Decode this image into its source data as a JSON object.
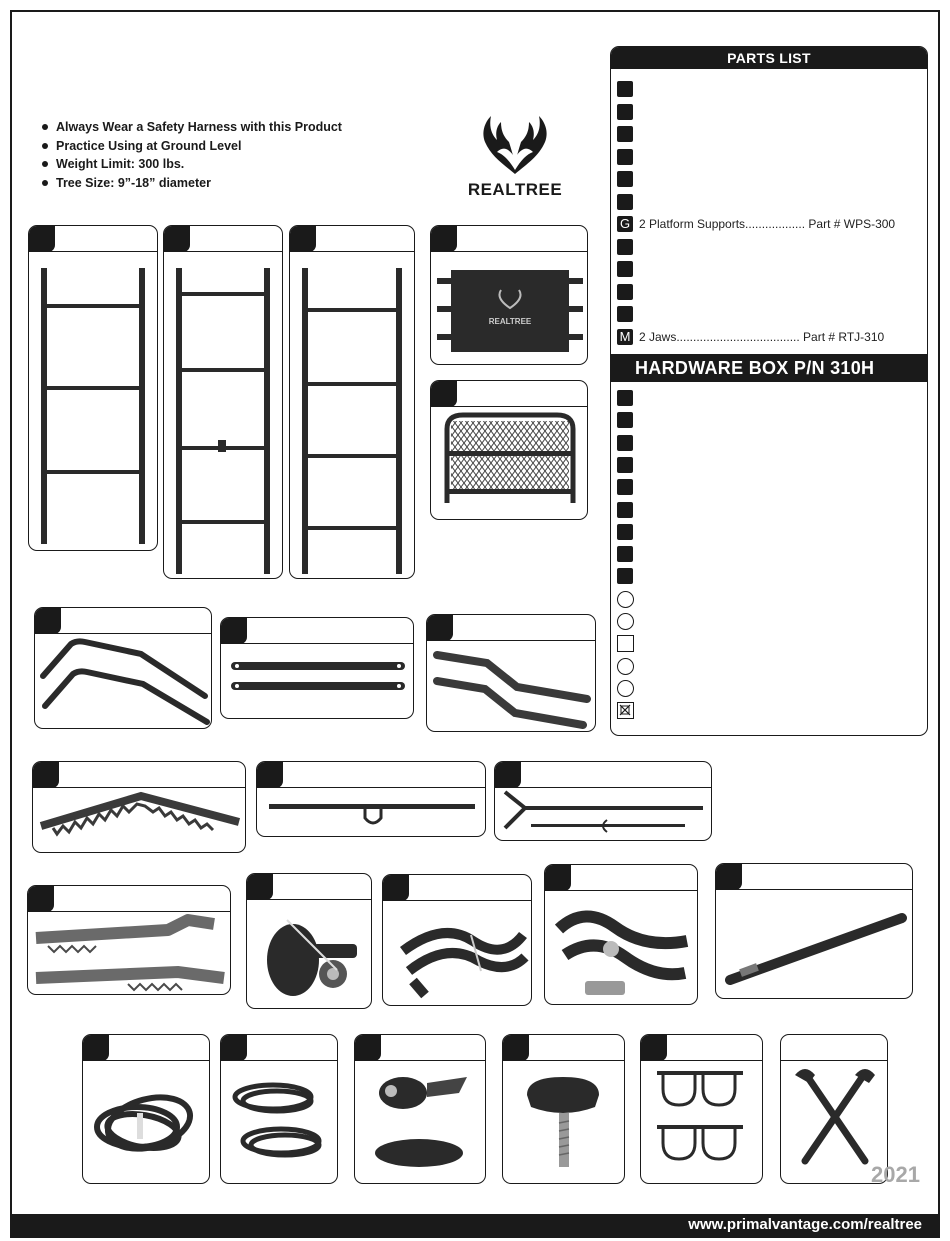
{
  "warnings": [
    "Always Wear a Safety Harness with this Product",
    "Practice Using at Ground Level",
    "Weight Limit: 300 lbs.",
    "Tree Size: 9”-18” diameter"
  ],
  "logo": {
    "text": "REALTREE",
    "seat_text": "REALTREE"
  },
  "parts_list": {
    "title": "PARTS LIST",
    "items": [
      {
        "letter": "",
        "text": ""
      },
      {
        "letter": "",
        "text": ""
      },
      {
        "letter": "",
        "text": ""
      },
      {
        "letter": "",
        "text": ""
      },
      {
        "letter": "",
        "text": ""
      },
      {
        "letter": "",
        "text": ""
      },
      {
        "letter": "G",
        "text": "2  Platform Supports.................. Part #  WPS-300"
      },
      {
        "letter": "",
        "text": ""
      },
      {
        "letter": "",
        "text": ""
      },
      {
        "letter": "",
        "text": ""
      },
      {
        "letter": "",
        "text": ""
      },
      {
        "letter": "M",
        "text": "2  Jaws..................................... Part #  RTJ-310"
      }
    ]
  },
  "hardware": {
    "title": "HARDWARE BOX P/N 310H",
    "items": [
      {
        "shape": "square-filled"
      },
      {
        "shape": "square-filled"
      },
      {
        "shape": "square-filled"
      },
      {
        "shape": "square-filled"
      },
      {
        "shape": "square-filled"
      },
      {
        "shape": "square-filled"
      },
      {
        "shape": "square-filled"
      },
      {
        "shape": "square-filled"
      },
      {
        "shape": "square-filled"
      },
      {
        "shape": "circle"
      },
      {
        "shape": "circle"
      },
      {
        "shape": "square-outline"
      },
      {
        "shape": "circle"
      },
      {
        "shape": "circle"
      },
      {
        "shape": "crossed-square"
      }
    ]
  },
  "year": "2021",
  "footer_url": "www.primalvantage.com/realtree"
}
